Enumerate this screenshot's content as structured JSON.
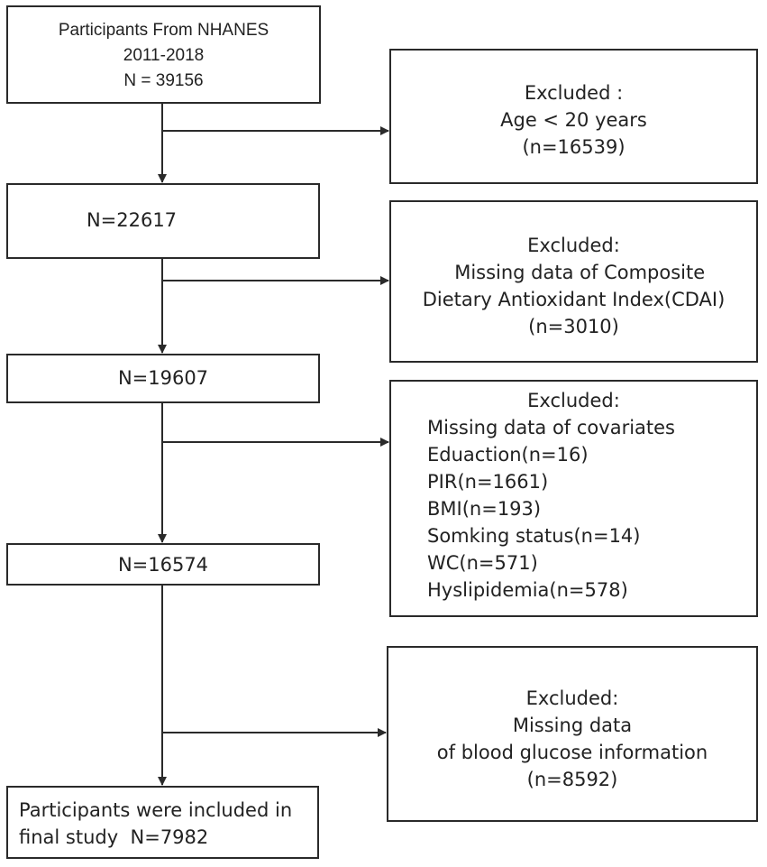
{
  "boxes": {
    "start": {
      "lines": [
        "Participants From NHANES",
        "2011-2018",
        "N = 39156"
      ]
    },
    "n2": {
      "text": "N=22617"
    },
    "n3": {
      "text": "N=19607"
    },
    "n4": {
      "text": "N=16574"
    },
    "final": {
      "lines": [
        "Participants were included in",
        "final study  N=7982"
      ]
    }
  },
  "exclusions": {
    "ex1": {
      "lines": [
        "Excluded :",
        "Age < 20 years",
        "(n=16539)"
      ]
    },
    "ex2": {
      "lines": [
        "Excluded:",
        "  Missing data of Composite",
        "Dietary Antioxidant Index(CDAI)",
        "(n=3010)"
      ]
    },
    "ex3": {
      "title": "Excluded:",
      "items": [
        "Missing data of covariates",
        "Eduaction(n=16)",
        "PIR(n=1661)",
        "BMI(n=193)",
        "Somking status(n=14)",
        "WC(n=571)",
        "Hyslipidemia(n=578)"
      ]
    },
    "ex4": {
      "lines": [
        "Excluded:",
        "Missing data",
        "of blood glucose information",
        "(n=8592)"
      ]
    }
  }
}
